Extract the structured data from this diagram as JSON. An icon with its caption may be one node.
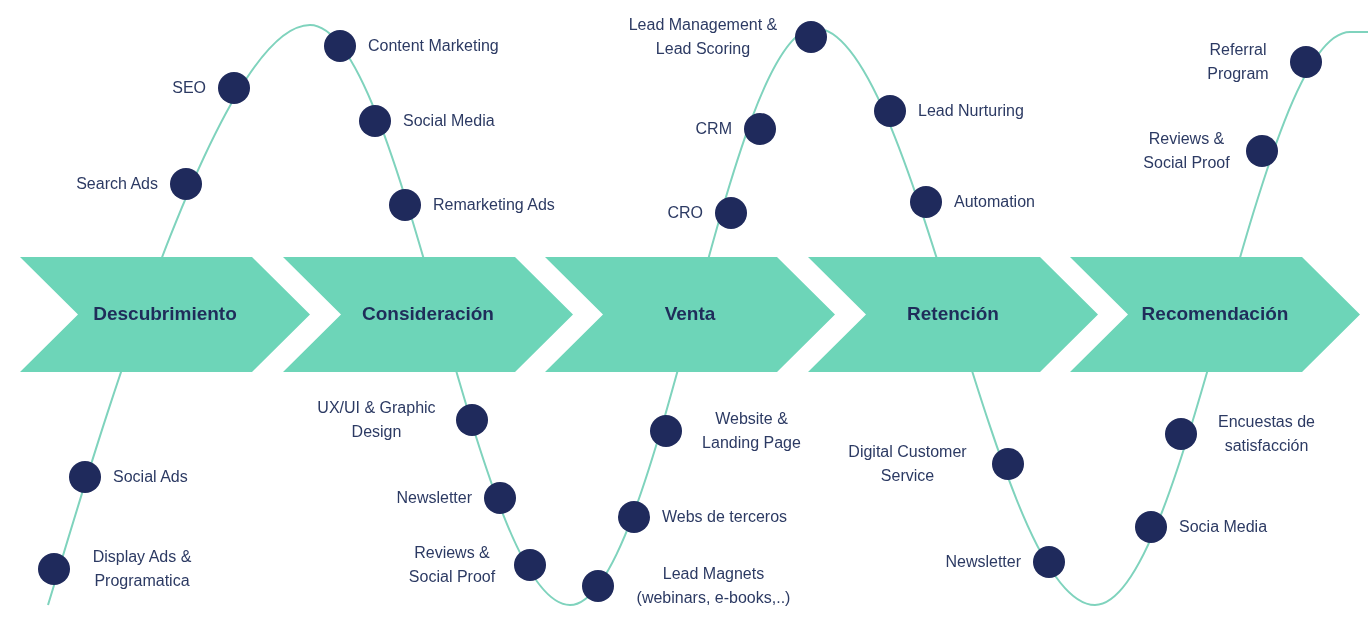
{
  "diagram": {
    "nodes": [
      {
        "text": [
          "Descubrimiento"
        ]
      },
      {
        "text": [
          "Consideración"
        ]
      },
      {
        "text": [
          "Venta"
        ]
      },
      {
        "text": [
          "Retención"
        ]
      },
      {
        "text": [
          "Recomendación"
        ]
      },
      {
        "text": [
          "SEO"
        ]
      },
      {
        "text": [
          "Content Marketing"
        ]
      },
      {
        "text": [
          "Search Ads"
        ]
      },
      {
        "text": [
          "Social Media"
        ]
      },
      {
        "text": [
          "Remarketing Ads"
        ]
      },
      {
        "text": [
          "Lead Management & Lead Scoring"
        ]
      },
      {
        "text": [
          "Referral Program"
        ]
      },
      {
        "text": [
          "Lead Nurturing"
        ]
      },
      {
        "text": [
          "CRM"
        ]
      },
      {
        "text": [
          "Reviews & Social Proof"
        ]
      },
      {
        "text": [
          "Automation"
        ]
      },
      {
        "text": [
          "CRO"
        ]
      },
      {
        "text": [
          "UX/UI & Graphic Design"
        ]
      },
      {
        "text": [
          "Website & Landing Page"
        ]
      },
      {
        "text": [
          "Encuestas de satisfacción"
        ]
      },
      {
        "text": [
          "Digital Customer Service"
        ]
      },
      {
        "text": [
          "Social Ads"
        ]
      },
      {
        "text": [
          "Newsletter"
        ]
      },
      {
        "text": [
          "Webs de terceros"
        ]
      },
      {
        "text": [
          "Socia Media"
        ]
      },
      {
        "text": [
          "Display Ads & Programatica"
        ]
      },
      {
        "text": [
          "Reviews & Social Proof"
        ]
      },
      {
        "text": [
          "Newsletter"
        ]
      },
      {
        "text": [
          "Lead Magnets (webinars, e-books,..)"
        ]
      }
    ]
  }
}
